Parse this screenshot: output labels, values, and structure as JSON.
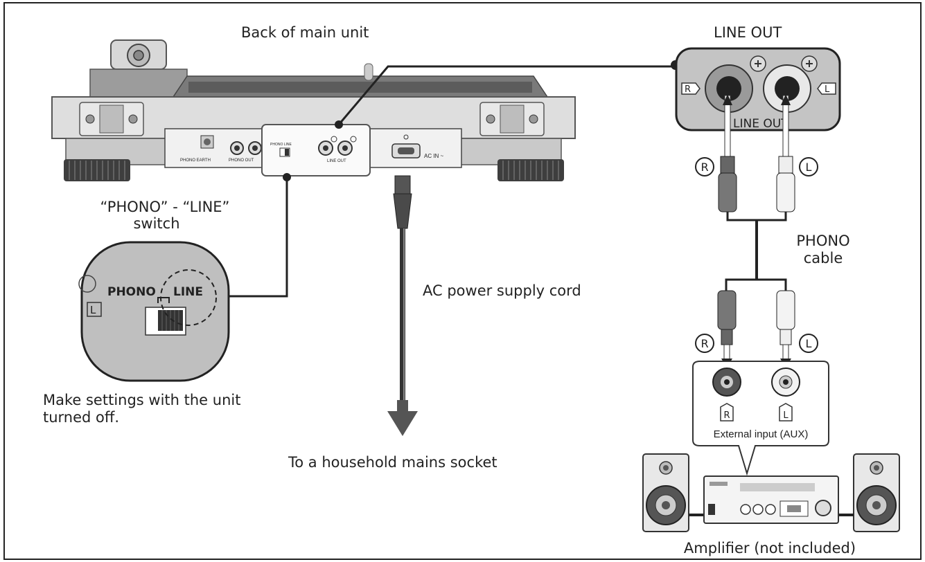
{
  "labels": {
    "back_of_main_unit": "Back of main unit",
    "line_out_title": "LINE OUT",
    "line_out_panel": "LINE OUT",
    "switch_quote": "“PHONO” - “LINE”",
    "switch_word": "switch",
    "phono_cable_1": "PHONO",
    "phono_cable_2": "cable",
    "ac_cord": "AC power supply cord",
    "settings_1": "Make settings with the unit",
    "settings_2": "turned off.",
    "mains": "To a household mains socket",
    "external_input": "External input (AUX)",
    "amplifier": "Amplifier (not included)",
    "zoom_phono": "PHONO",
    "zoom_line": "LINE",
    "zoom_l": "L",
    "jack_r": "R",
    "jack_l": "L",
    "plug_r_top": "R",
    "plug_l_top": "L",
    "plug_r_bottom": "R",
    "plug_l_bottom": "L",
    "aux_r": "R",
    "aux_l": "L",
    "small_phono_earth": "PHONO EARTH",
    "small_phono_out": "PHONO OUT",
    "small_line_out": "LINE OUT",
    "small_ac_in": "AC IN ~",
    "small_switch": "PHONO LINE"
  }
}
